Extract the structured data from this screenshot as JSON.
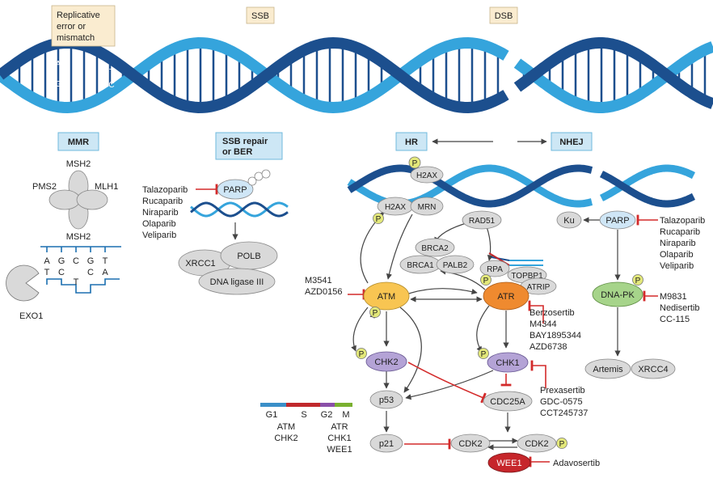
{
  "top": {
    "replicative": [
      "Replicative",
      "error or",
      "mismatch"
    ],
    "ssb": "SSB",
    "dsb": "DSB",
    "bases_top": [
      "A",
      "T"
    ],
    "bases_bottom": [
      "G",
      "C"
    ]
  },
  "pathways": {
    "mmr": "MMR",
    "ssb_repair": [
      "SSB repair",
      "or BER"
    ],
    "hr": "HR",
    "nhej": "NHEJ"
  },
  "mmr": {
    "msh2_top": "MSH2",
    "pms2": "PMS2",
    "mlh1": "MLH1",
    "msh2_bottom": "MSH2",
    "exo1": "EXO1",
    "seq_top": [
      "A",
      "G",
      "C",
      "G",
      "T"
    ],
    "seq_bottom": [
      "T",
      "C",
      "T",
      "C",
      "A"
    ]
  },
  "ber": {
    "drugs": [
      "Talazoparib",
      "Rucaparib",
      "Niraparib",
      "Olaparib",
      "Veliparib"
    ],
    "parp": "PARP",
    "xrcc1": "XRCC1",
    "polb": "POLB",
    "ligase": "DNA ligase III"
  },
  "hr": {
    "h2ax_top": "H2AX",
    "h2ax": "H2AX",
    "mrn": "MRN",
    "rad51": "RAD51",
    "brca2": "BRCA2",
    "brca1": "BRCA1",
    "palb2": "PALB2",
    "rpa": "RPA",
    "topbp1": "TOPBP1",
    "atrip": "ATRIP",
    "atm": "ATM",
    "atr": "ATR",
    "atm_drugs": [
      "M3541",
      "AZD0156"
    ],
    "atr_drugs": [
      "Berzosertib",
      "M4344",
      "BAY1895344",
      "AZD6738"
    ],
    "chk2": "CHK2",
    "chk1": "CHK1",
    "chk1_drugs": [
      "Prexasertib",
      "GDC-0575",
      "CCT245737"
    ],
    "p53": "p53",
    "cdc25a": "CDC25A",
    "p21": "p21",
    "cdk2_left": "CDK2",
    "cdk2_right": "CDK2",
    "wee1": "WEE1",
    "wee1_drug": "Adavosertib",
    "p": "P"
  },
  "nhej": {
    "ku": "Ku",
    "parp": "PARP",
    "drugs": [
      "Talazoparib",
      "Rucaparib",
      "Niraparib",
      "Olaparib",
      "Veliparib"
    ],
    "dnapk": "DNA-PK",
    "dnapk_drugs": [
      "M9831",
      "Nedisertib",
      "CC-115"
    ],
    "artemis": "Artemis",
    "xrcc4": "XRCC4"
  },
  "cell_cycle": {
    "phases": [
      "G1",
      "S",
      "G2",
      "M"
    ],
    "col1": [
      "ATM",
      "CHK2"
    ],
    "col2": [
      "ATR",
      "CHK1",
      "WEE1"
    ],
    "colors": [
      "#3a8fc8",
      "#c0282c",
      "#8a4fa8",
      "#7ab02f"
    ]
  },
  "colors": {
    "dark_strand": "#1c4f8e",
    "light_strand": "#35a4dc",
    "label_box": "#cde7f5",
    "label_border": "#6fb8dd",
    "replicative_box": "#faecd0",
    "node_grey": "#d9d9d9",
    "atm": "#f8c552",
    "atr": "#ef8a2f",
    "chk": "#b4a3d6",
    "dnapk": "#a6d48a",
    "wee1": "#c6262b",
    "parp": "#cfe6f6",
    "inhibit": "#d32a2a",
    "phos": "#e3e87a"
  }
}
